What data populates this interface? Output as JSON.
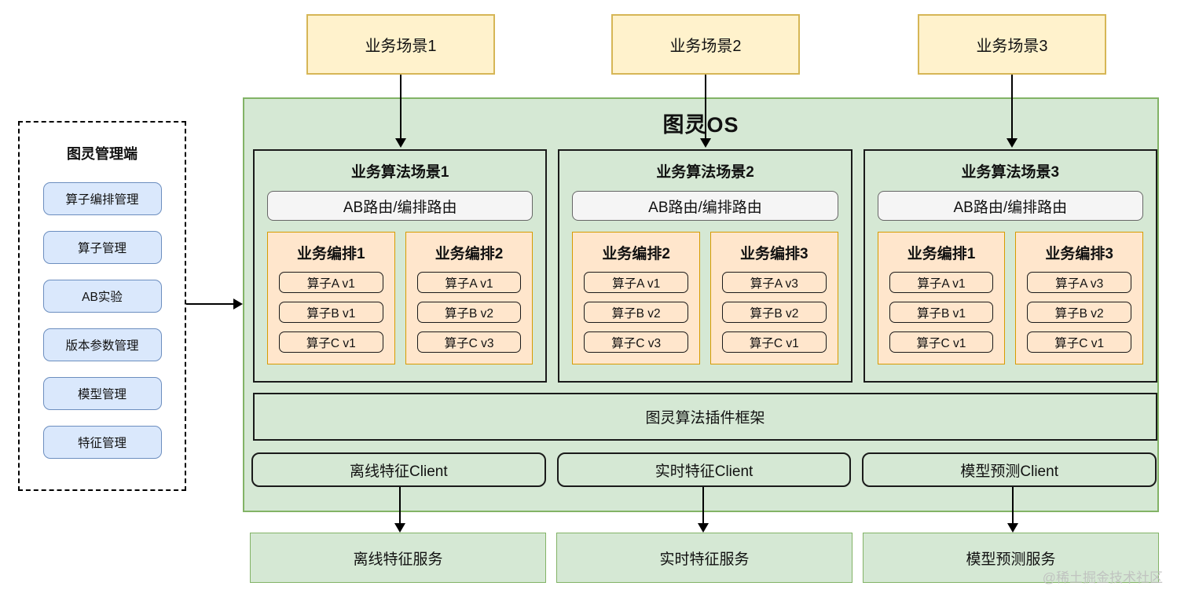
{
  "scenes_top": [
    "业务场景1",
    "业务场景2",
    "业务场景3"
  ],
  "admin": {
    "title": "图灵管理端",
    "buttons": [
      "算子编排管理",
      "算子管理",
      "AB实验",
      "版本参数管理",
      "模型管理",
      "特征管理"
    ]
  },
  "os": {
    "title": "图灵OS",
    "scene_columns": [
      {
        "title": "业务算法场景1",
        "router": "AB路由/编排路由",
        "orchestrations": [
          {
            "title": "业务编排1",
            "operators": [
              "算子A v1",
              "算子B v1",
              "算子C v1"
            ]
          },
          {
            "title": "业务编排2",
            "operators": [
              "算子A v1",
              "算子B v2",
              "算子C v3"
            ]
          }
        ]
      },
      {
        "title": "业务算法场景2",
        "router": "AB路由/编排路由",
        "orchestrations": [
          {
            "title": "业务编排2",
            "operators": [
              "算子A v1",
              "算子B v2",
              "算子C v3"
            ]
          },
          {
            "title": "业务编排3",
            "operators": [
              "算子A v3",
              "算子B v2",
              "算子C v1"
            ]
          }
        ]
      },
      {
        "title": "业务算法场景3",
        "router": "AB路由/编排路由",
        "orchestrations": [
          {
            "title": "业务编排1",
            "operators": [
              "算子A v1",
              "算子B v1",
              "算子C v1"
            ]
          },
          {
            "title": "业务编排3",
            "operators": [
              "算子A v3",
              "算子B v2",
              "算子C v1"
            ]
          }
        ]
      }
    ],
    "framework": "图灵算法插件框架",
    "clients": [
      "离线特征Client",
      "实时特征Client",
      "模型预测Client"
    ]
  },
  "services": [
    "离线特征服务",
    "实时特征服务",
    "模型预测服务"
  ],
  "watermark": "@稀土掘金技术社区",
  "colors": {
    "scene_fill": "#FFF2CC",
    "scene_border": "#D6B656",
    "os_fill": "#D5E8D4",
    "os_border": "#82B366",
    "orchestration_fill": "#FFE6CC",
    "orchestration_border": "#D79B00",
    "admin_button_fill": "#DAE8FC",
    "admin_button_border": "#6C8EBF",
    "router_fill": "#F5F5F5",
    "router_border": "#666666",
    "arrow": "#000000"
  }
}
